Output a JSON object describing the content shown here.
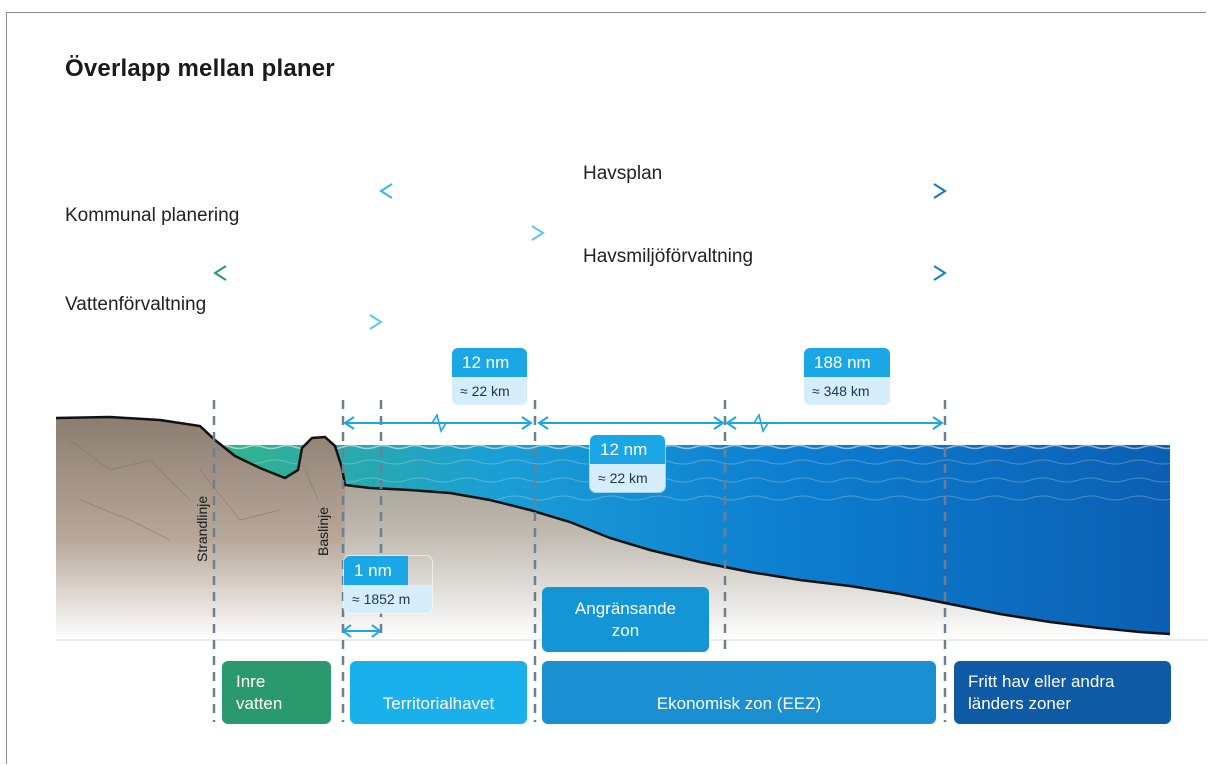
{
  "title": "Överlapp mellan planer",
  "plans": {
    "havsplan": "Havsplan",
    "kommunal": "Kommunal planering",
    "havsmiljo": "Havsmiljöförvaltning",
    "vatten": "Vattenförvaltning"
  },
  "boundaries": {
    "strandlinje": "Strandlinje",
    "baslinje": "Baslinje"
  },
  "distances": {
    "territorial": {
      "nm": "12 nm",
      "km": "≈ 22 km"
    },
    "contiguous": {
      "nm": "12 nm",
      "km": "≈ 22 km"
    },
    "eez": {
      "nm": "188 nm",
      "km": "≈ 348 km"
    },
    "one_nm": {
      "nm": "1 nm",
      "km": "≈ 1852 m"
    }
  },
  "zones": {
    "inre": "Inre vatten",
    "territorial": "Territorialhavet",
    "angransande": "Angränsande zon",
    "eez": "Ekonomisk zon (EEZ)",
    "fritt": "Fritt hav eller andra länders zoner"
  },
  "colors": {
    "green": "#2a9a6e",
    "light_blue": "#1ab0ec",
    "mid_blue": "#1495d6",
    "dark_blue": "#0e5aa4"
  }
}
